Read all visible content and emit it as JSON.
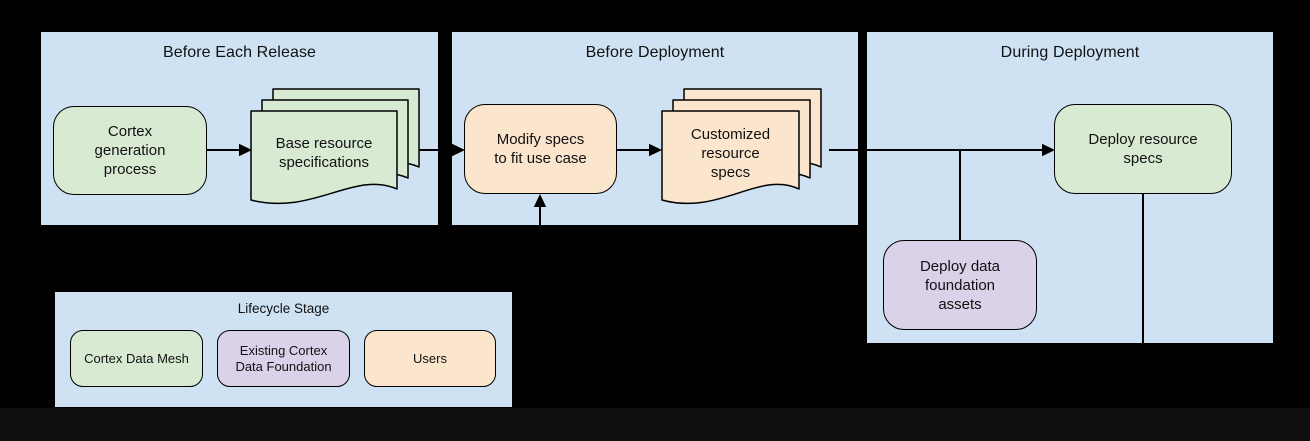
{
  "colors": {
    "page_bg": "#000000",
    "footer_bg": "#0f0f0f",
    "panel_bg": "#cfe2f3",
    "mesh_green": "#d9ead3",
    "foundation_purple": "#d9d2e9",
    "users_orange": "#fce5cd",
    "stroke": "#000000",
    "text": "#111111"
  },
  "panels": [
    {
      "title": "Before Each Release"
    },
    {
      "title": "Before Deployment"
    },
    {
      "title": "During Deployment"
    }
  ],
  "nodes": {
    "cortex_generation_process": {
      "label": "Cortex\ngeneration\nprocess",
      "shape": "rounded-rect",
      "color": "#d9ead3"
    },
    "base_resource_specifications": {
      "label": "Base resource\nspecifications",
      "shape": "document-stack",
      "color": "#d9ead3"
    },
    "modify_specs": {
      "label": "Modify specs\nto fit use case",
      "shape": "rounded-rect",
      "color": "#fce5cd"
    },
    "customized_resource_specs": {
      "label": "Customized\nresource\nspecs",
      "shape": "document-stack",
      "color": "#fce5cd"
    },
    "deploy_resource_specs": {
      "label": "Deploy resource\nspecs",
      "shape": "rounded-rect",
      "color": "#d9ead3"
    },
    "deploy_data_foundation_assets": {
      "label": "Deploy data\nfoundation\nassets",
      "shape": "rounded-rect",
      "color": "#d9d2e9"
    }
  },
  "legend": {
    "title": "Lifecycle Stage",
    "items": [
      {
        "label": "Cortex Data Mesh",
        "color": "#d9ead3"
      },
      {
        "label": "Existing Cortex\nData Foundation",
        "color": "#d9d2e9"
      },
      {
        "label": "Users",
        "color": "#fce5cd"
      }
    ]
  }
}
